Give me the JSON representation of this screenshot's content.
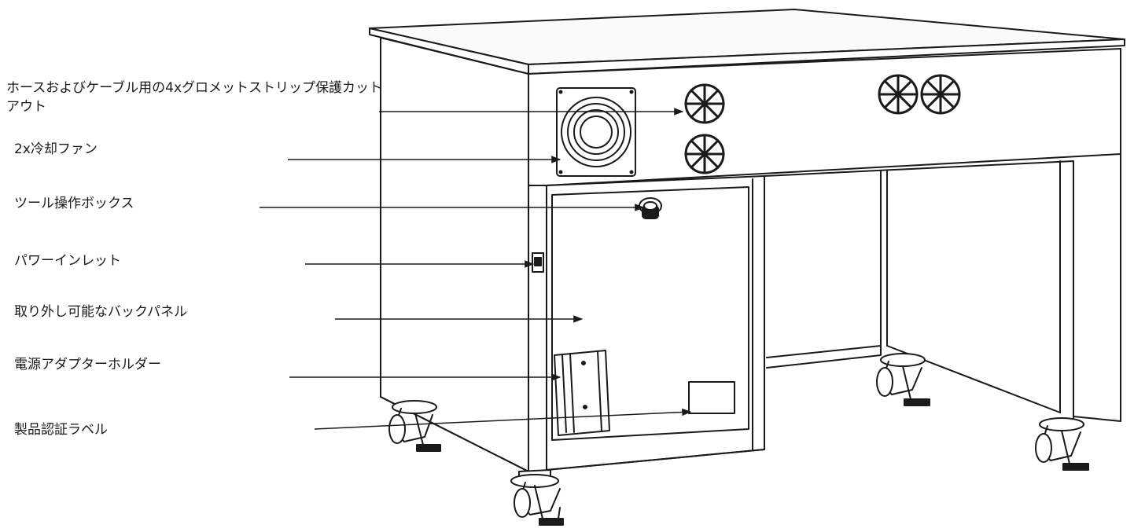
{
  "callouts": {
    "grommet": "ホースおよびケーブル用の4xグロメットストリップ保護カットアウト",
    "fan": "2x冷却ファン",
    "control_box": "ツール操作ボックス",
    "power_inlet": "パワーインレット",
    "back_panel": "取り外し可能なバックパネル",
    "adapter_holder": "電源アダプターホルダー",
    "cert_label": "製品認証ラベル"
  },
  "style": {
    "line_color": "#1a1a1a",
    "background": "#ffffff"
  }
}
